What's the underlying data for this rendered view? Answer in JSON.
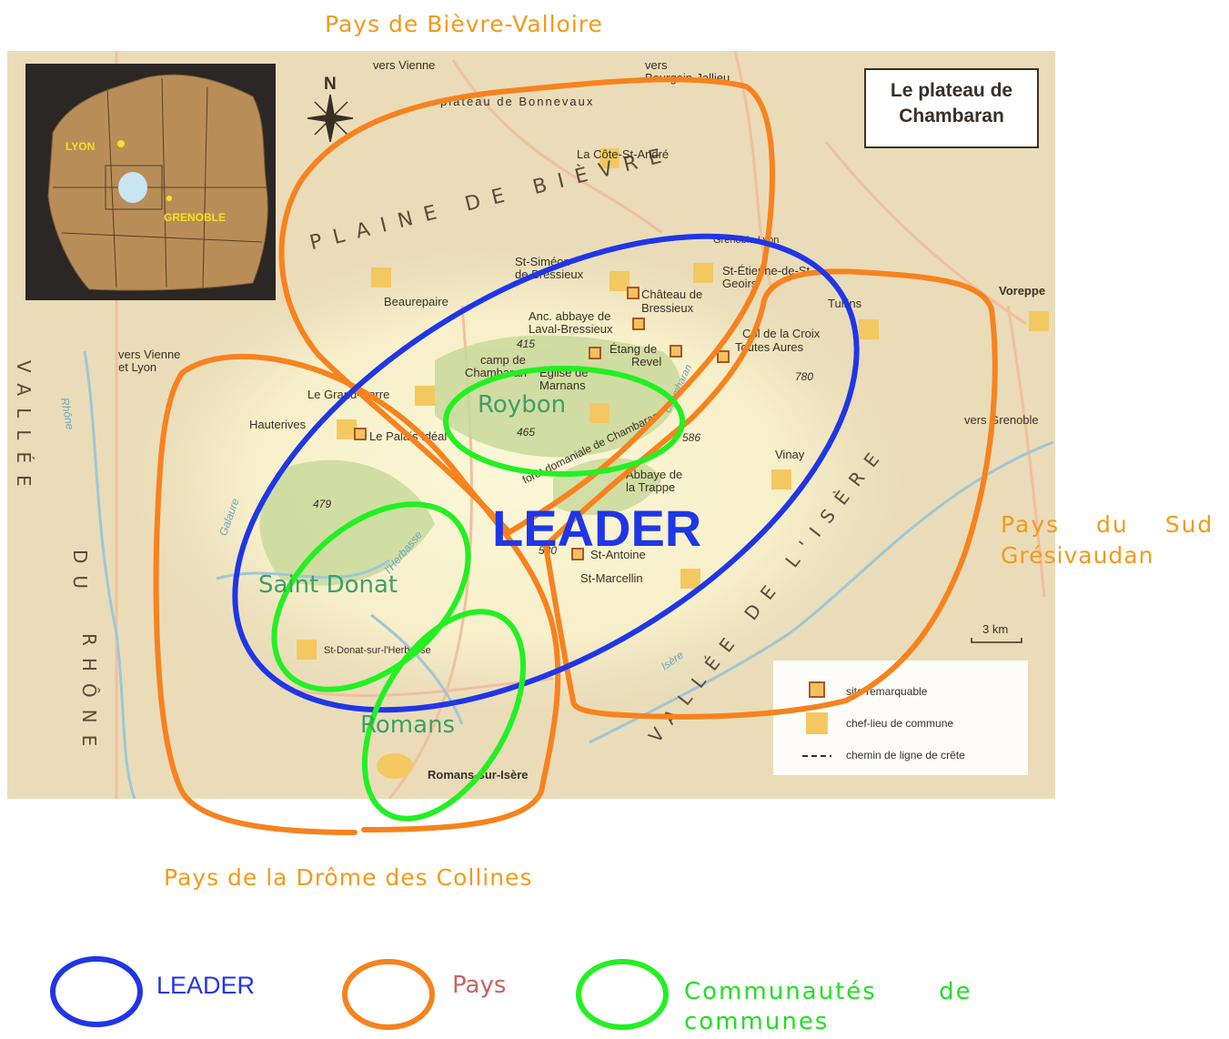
{
  "captions": {
    "bievre": "Pays de Bièvre-Valloire",
    "drome": "Pays de la Drôme des Collines",
    "sud_line1": "Pays du Sud",
    "sud_line2": "Grésivaudan"
  },
  "map": {
    "title_line1": "Le plateau de",
    "title_line2": "Chambaran",
    "north": "N",
    "inset": {
      "lyon": "LYON",
      "grenoble": "GRENOBLE"
    },
    "regions": {
      "plaine": "PLAINE DE BIÈVRE",
      "vallee_rhone_1": "VALLÉE",
      "vallee_rhone_2": "DU",
      "vallee_rhone_3": "RHÔNE",
      "vallee_isere": "VALLÉE DE L'ISÈRE"
    },
    "places": {
      "vers_vienne_top": "vers Vienne",
      "vers_bourgoin_1": "vers",
      "vers_bourgoin_2": "Bourgoin-Jallieu",
      "plateau_bonnevaux": "plateau de Bonnevaux",
      "cote_st_andre": "La Côte-St-André",
      "grenoble_lyon": "Grenoble-Lyon",
      "st_simeon_1": "St-Siméon",
      "st_simeon_2": "de Bressieux",
      "st_etienne_1": "St-Étienne-de-St-",
      "st_etienne_2": "Geoirs",
      "beaurepaire": "Beaurepaire",
      "chateau_1": "Château de",
      "chateau_2": "Bressieux",
      "abbaye_1": "Anc. abbaye de",
      "abbaye_2": "Laval-Bressieux",
      "tullins": "Tullins",
      "voreppe": "Voreppe",
      "col_1": "Col de la Croix",
      "col_2": "Toutes Aures",
      "vers_vienne_lyon_1": "vers Vienne",
      "vers_vienne_lyon_2": "et Lyon",
      "camp_1": "camp de",
      "camp_2": "Chambaran",
      "etang_1": "Étang de",
      "etang_2": "Revel",
      "eglise_1": "Église de",
      "eglise_2": "Marnans",
      "grand_serre": "Le Grand-Serre",
      "hauterives": "Hauterives",
      "palais": "Le Palais Idéal",
      "foret": "forêt domaniale de Chambaran",
      "vers_grenoble": "vers Grenoble",
      "abbaye_trappe_1": "Abbaye de",
      "abbaye_trappe_2": "la Trappe",
      "vinay": "Vinay",
      "st_antoine": "St-Antoine",
      "st_marcellin": "St-Marcellin",
      "st_donat_town": "St-Donat-sur-l'Herbasse",
      "romans_town": "Romans-sur-Isère",
      "rhone_river": "Rhône",
      "galaure": "Galaure",
      "herbasse": "l'Herbasse",
      "isere_river": "Isère",
      "chambaran_river": "Chambaran",
      "scale": "3 km"
    },
    "altitudes": {
      "a415": "415",
      "a465": "465",
      "a780": "780",
      "a586": "586",
      "a479": "479",
      "a580": "580"
    },
    "legend": {
      "site": "site remarquable",
      "chef": "chef-lieu de commune",
      "chemin": "chemin de ligne de crête"
    }
  },
  "overlay": {
    "leader": "LEADER",
    "roybon": "Roybon",
    "saint_donat": "Saint Donat",
    "romans": "Romans"
  },
  "bottom_legend": {
    "leader": "LEADER",
    "pays": "Pays",
    "communautes_1": "Communautés de",
    "communautes_2": "communes"
  },
  "colors": {
    "leader": "#1f36e8",
    "pays": "#f7821e",
    "communautes": "#22f022",
    "map_bg": "#eee3c2"
  }
}
